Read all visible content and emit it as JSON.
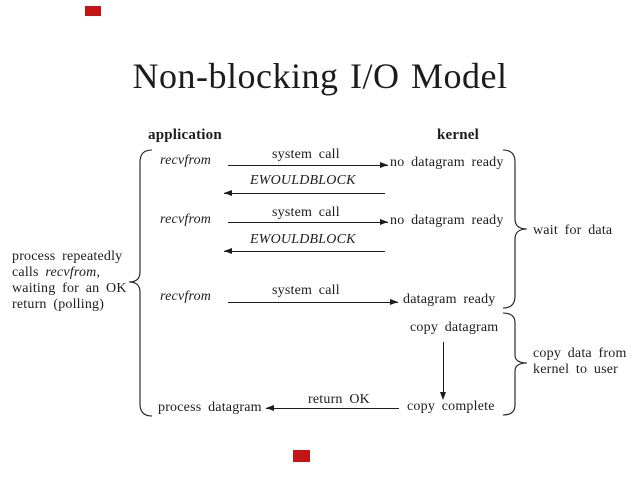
{
  "slide": {
    "title": "Non-blocking I/O Model",
    "columns": {
      "application": "application",
      "kernel": "kernel"
    },
    "calls": [
      {
        "caller": "recvfrom",
        "arrow_label": "system call",
        "result": "no datagram ready",
        "return_label": "EWOULDBLOCK"
      },
      {
        "caller": "recvfrom",
        "arrow_label": "system call",
        "result": "no datagram ready",
        "return_label": "EWOULDBLOCK"
      },
      {
        "caller": "recvfrom",
        "arrow_label": "system call",
        "result": "datagram ready"
      }
    ],
    "copy_phase": {
      "start": "copy datagram",
      "complete": "copy complete",
      "return_label": "return OK",
      "final": "process datagram"
    },
    "left_note": {
      "line1": "process repeatedly",
      "line2_pre": "calls ",
      "line2_italic": "recvfrom",
      "line2_post": ",",
      "line3": "waiting for an OK",
      "line4": "return (polling)"
    },
    "right_notes": {
      "wait": "wait for data",
      "copy_line1": "copy data from",
      "copy_line2": "kernel to user"
    },
    "colors": {
      "text": "#1c1c1c",
      "background": "#ffffff",
      "marker_red": "#c41414"
    }
  }
}
